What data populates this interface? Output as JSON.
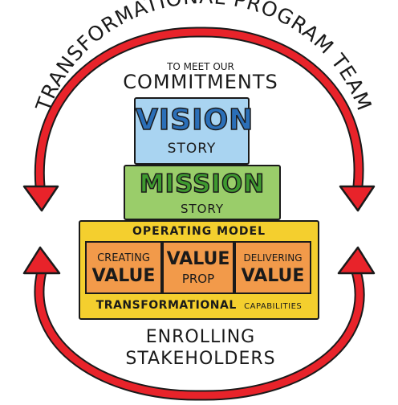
{
  "title": "TRANSFORMATIONAL PROGRAM TEAM",
  "top_label": {
    "line1": "TO MEET OUR",
    "line2": "COMMITMENTS"
  },
  "vision": {
    "title": "VISION",
    "subtitle": "STORY"
  },
  "mission": {
    "title": "MISSION",
    "subtitle": "STORY"
  },
  "operating_model": {
    "header": "OPERATING MODEL",
    "cells": [
      {
        "line1": "CREATING",
        "line2": "VALUE"
      },
      {
        "line1": "VALUE",
        "line2": "PROP"
      },
      {
        "line1": "DELIVERING",
        "line2": "VALUE"
      }
    ],
    "footer_main": "TRANSFORMATIONAL",
    "footer_small": "CAPABILITIES"
  },
  "bottom_label": {
    "line1": "ENROLLING",
    "line2": "STAKEHOLDERS"
  },
  "colors": {
    "arrow_red": "#e8232a",
    "vision_blue": "#a9d4f1",
    "mission_green": "#9acd6a",
    "operating_yellow": "#f4cf2e",
    "value_orange": "#f29a4a"
  }
}
